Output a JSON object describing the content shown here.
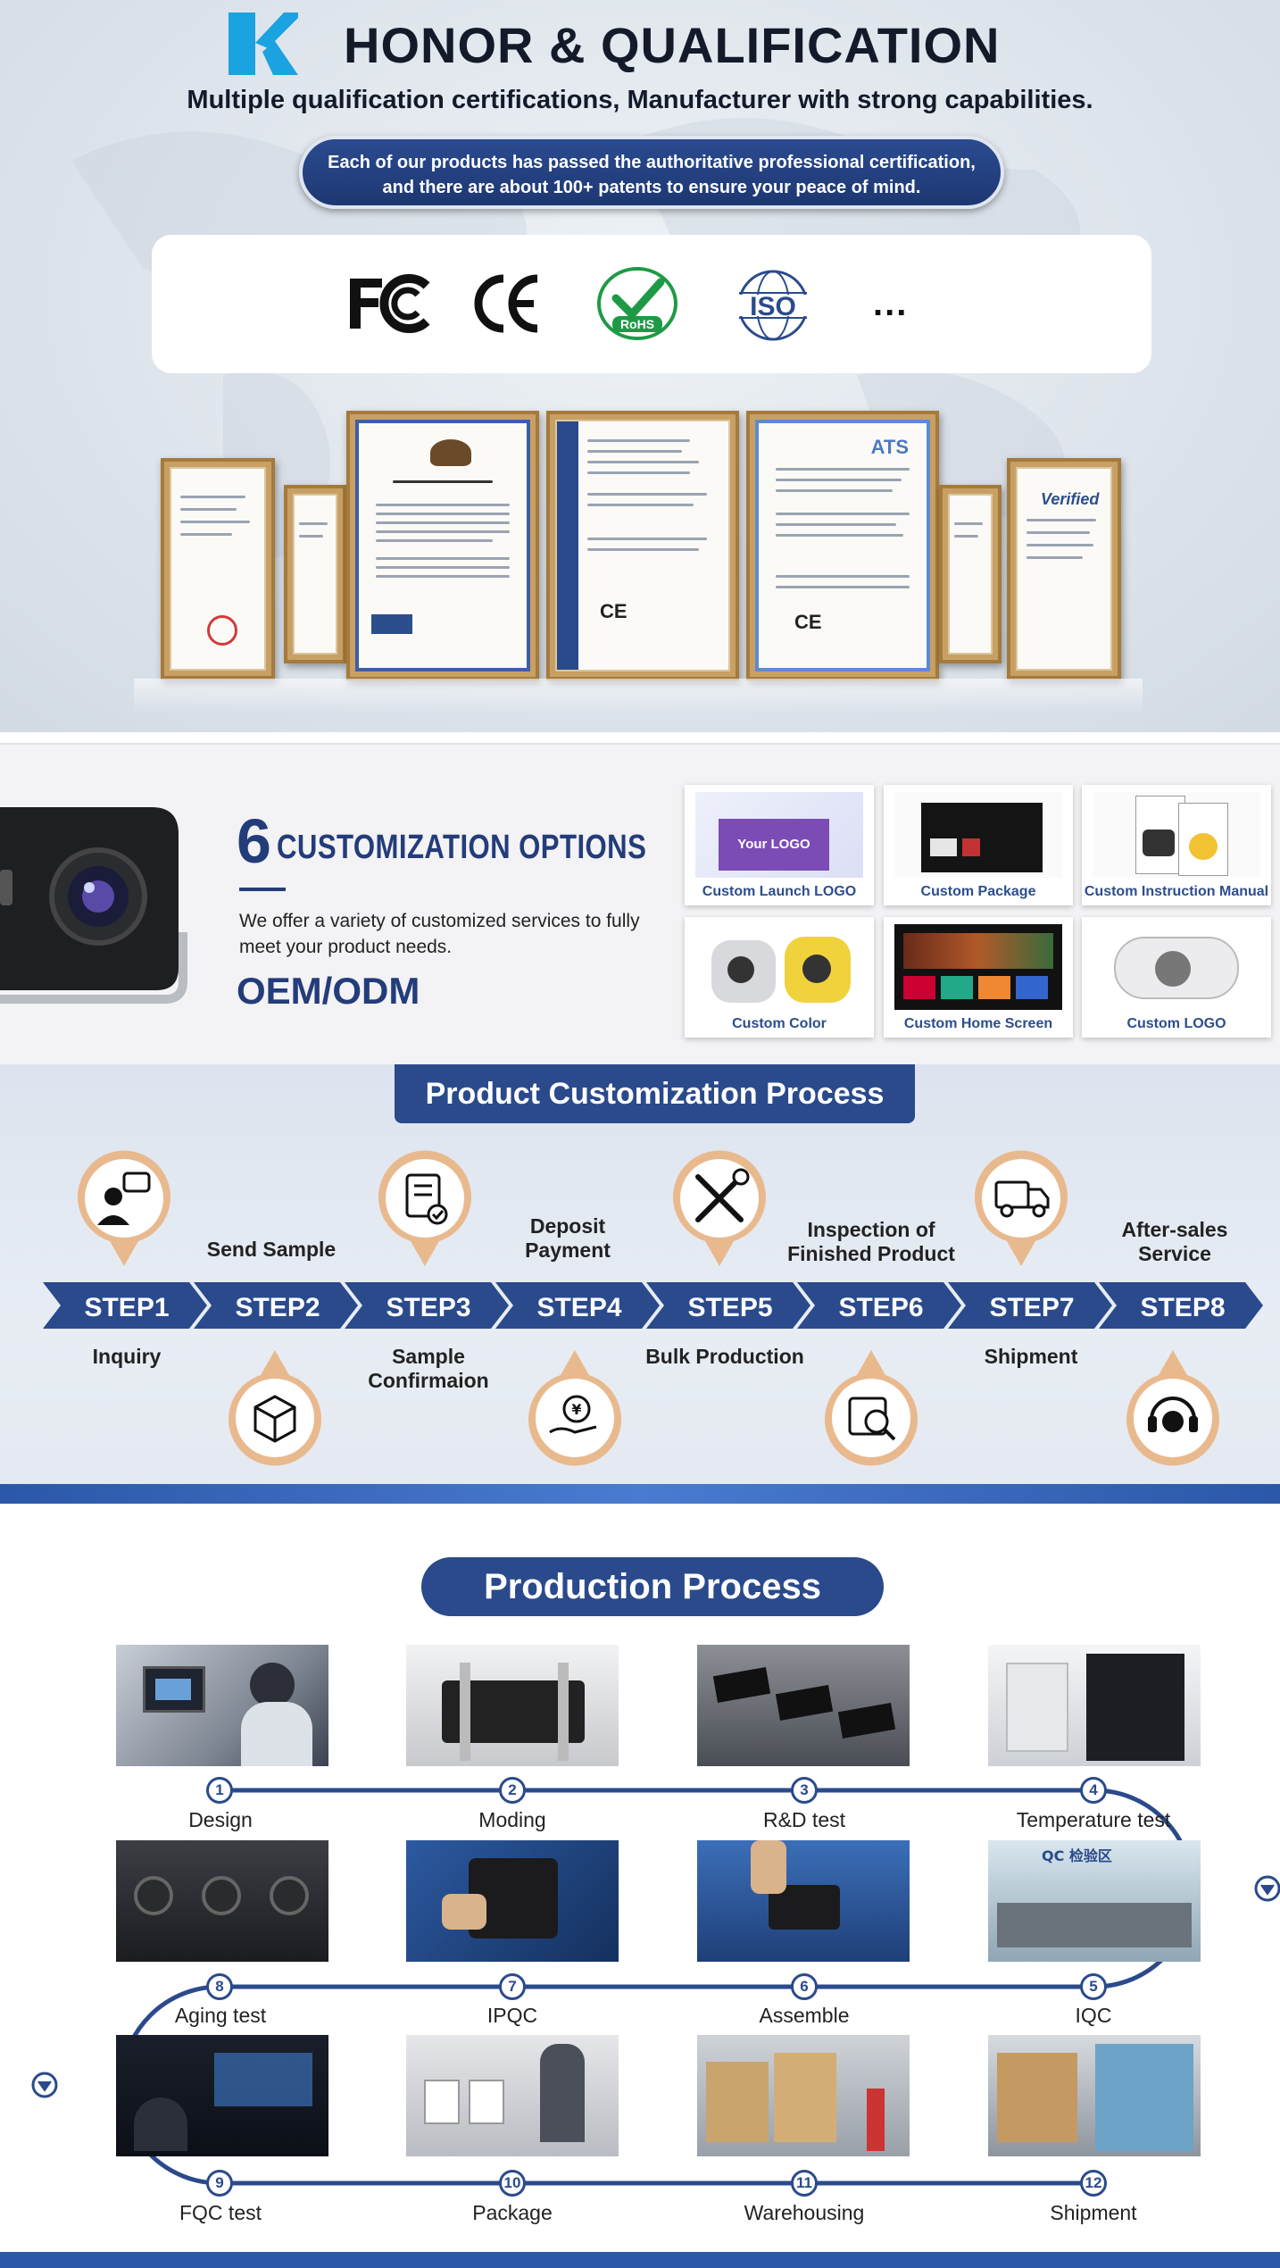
{
  "honor": {
    "title": "HONOR & QUALIFICATION",
    "subtitle": "Multiple qualification certifications, Manufacturer with strong capabilities.",
    "notice_line1": "Each of our products has passed the authoritative professional certification,",
    "notice_line2": "and there are about 100+ patents to ensure your peace of mind.",
    "cert_logos": [
      "FC",
      "CE",
      "RoHS",
      "ISO"
    ],
    "more": "..."
  },
  "customization": {
    "number": "6",
    "title": "CUSTOMIZATION OPTIONS",
    "description": "We offer a variety of customized services to fully meet your product needs.",
    "tagline": "OEM/ODM",
    "your_logo": "Your LOGO",
    "cards": [
      {
        "label": "Custom Launch LOGO"
      },
      {
        "label": "Custom Package"
      },
      {
        "label": "Custom Instruction Manual"
      },
      {
        "label": "Custom Color"
      },
      {
        "label": "Custom Home Screen"
      },
      {
        "label": "Custom LOGO"
      }
    ]
  },
  "customization_process": {
    "title": "Product Customization Process",
    "steps": [
      {
        "step": "STEP1",
        "label": "Inquiry"
      },
      {
        "step": "STEP2",
        "label": "Send Sample"
      },
      {
        "step": "STEP3",
        "label": "Sample Confirmaion"
      },
      {
        "step": "STEP4",
        "label": "Deposit Payment"
      },
      {
        "step": "STEP5",
        "label": "Bulk Production"
      },
      {
        "step": "STEP6",
        "label": "Inspection of Finished Product"
      },
      {
        "step": "STEP7",
        "label": "Shipment"
      },
      {
        "step": "STEP8",
        "label": "After-sales Service"
      }
    ]
  },
  "production_process": {
    "title": "Production Process",
    "steps": [
      {
        "num": "1",
        "label": "Design"
      },
      {
        "num": "2",
        "label": "Moding"
      },
      {
        "num": "3",
        "label": "R&D test"
      },
      {
        "num": "4",
        "label": "Temperature test"
      },
      {
        "num": "5",
        "label": "IQC"
      },
      {
        "num": "6",
        "label": "Assemble"
      },
      {
        "num": "7",
        "label": "IPQC"
      },
      {
        "num": "8",
        "label": "Aging test"
      },
      {
        "num": "9",
        "label": "FQC test"
      },
      {
        "num": "10",
        "label": "Package"
      },
      {
        "num": "11",
        "label": "Warehousing"
      },
      {
        "num": "12",
        "label": "Shipment"
      }
    ]
  },
  "colors": {
    "brand_blue": "#2a4a8c",
    "accent_blue": "#2b58a8",
    "logo_cyan": "#1aa3e0"
  }
}
